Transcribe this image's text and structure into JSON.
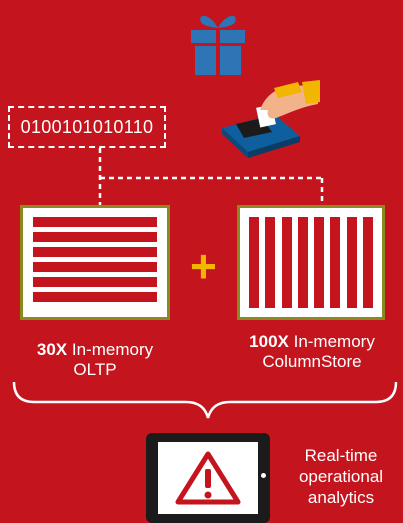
{
  "binary": {
    "text": "0100101010110"
  },
  "oltp": {
    "multiplier": "30X",
    "line1": "In-memory",
    "line2": "OLTP"
  },
  "columnstore": {
    "multiplier": "100X",
    "line1": "In-memory",
    "line2": "ColumnStore"
  },
  "plus": "+",
  "realtime": {
    "line1": "Real-time",
    "line2": "operational",
    "line3": "analytics"
  },
  "colors": {
    "background": "#c4141d",
    "accent": "#f2b600",
    "gift": "#2e75b6",
    "card_border": "#8a8a1e"
  }
}
